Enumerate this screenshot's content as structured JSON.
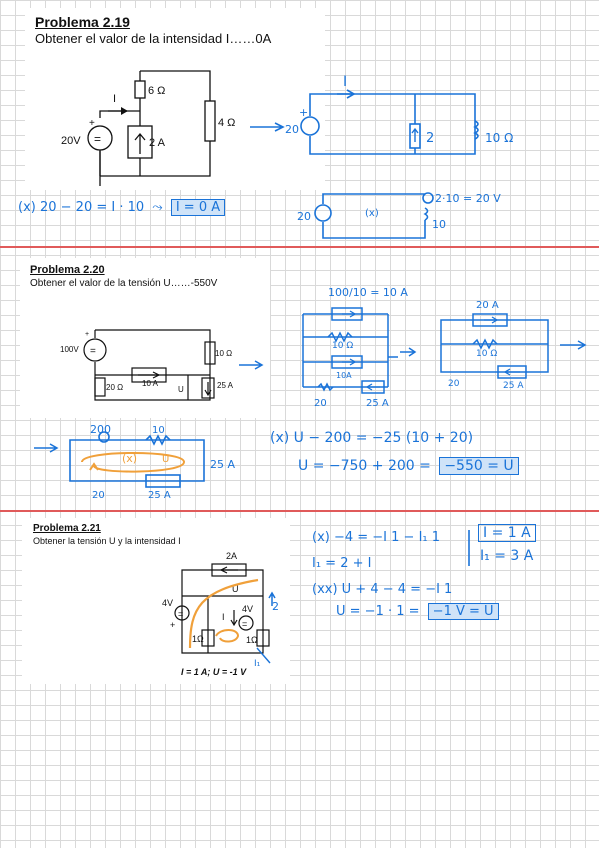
{
  "p19": {
    "title": "Problema 2.19",
    "statement": "Obtener el valor de la intensidad  I……0A",
    "labels": {
      "r6": "6 Ω",
      "r4": "4 Ω",
      "is": "2 A",
      "vs": "20V",
      "i": "I",
      "plus": "+"
    },
    "hand": {
      "i": "I",
      "r10": "10 Ω",
      "src2": "2",
      "v20": "20",
      "plus": "+",
      "eq": "(x) 20 − 20 = I · 10",
      "result": "I = 0 A",
      "v210": "2·10 = 20 V",
      "r10b": "10",
      "v20b": "20",
      "x": "(x)"
    }
  },
  "p20": {
    "title": "Problema 2.20",
    "statement": "Obtener el valor de la tensión U……-550V",
    "labels": {
      "v100": "100V",
      "r10": "10 Ω",
      "r20": "20 Ω",
      "i10": "10 A",
      "u": "U",
      "i25": "25 A",
      "plus": "+"
    },
    "hand": {
      "conv": "100/10 = 10 A",
      "i20": "20 A",
      "r10": "10 Ω",
      "i10": "10A",
      "r20": "20",
      "i25": "25 A",
      "v200": "200",
      "r10c": "10",
      "x": "(x)",
      "u": "U",
      "i25b": "25 A",
      "r20c": "20",
      "i25c": "25 A",
      "eq1": "(x) U − 200 = −25 (10 + 20)",
      "eq2": "U = −750 + 200 =",
      "result": "−550 = U"
    }
  },
  "p21": {
    "title": "Problema 2.21",
    "statement": "Obtener la tensión U y la intensidad I",
    "answer": "I = 1 A; U = -1 V",
    "labels": {
      "i2a": "2A",
      "u": "U",
      "v4a": "4V",
      "v4b": "4V",
      "i": "I",
      "r1a": "1Ω",
      "r1b": "1Ω",
      "plus": "+"
    },
    "hand": {
      "eq1": "(x) −4 = −I 1 − I₁ 1",
      "eq2": "I₁ = 2 + I",
      "eq3": "(xx) U + 4 − 4 = −I 1",
      "eq4": "U = −1 · 1 =",
      "res1": "I = 1 A",
      "res2": "I₁ = 3 A",
      "res3": "−1 V = U",
      "two": "2",
      "i1": "I₁"
    }
  },
  "colors": {
    "ink": "#1a73d8",
    "orange": "#f0a03a",
    "separator": "#e05a5a",
    "highlight": "#cfe3f8"
  }
}
